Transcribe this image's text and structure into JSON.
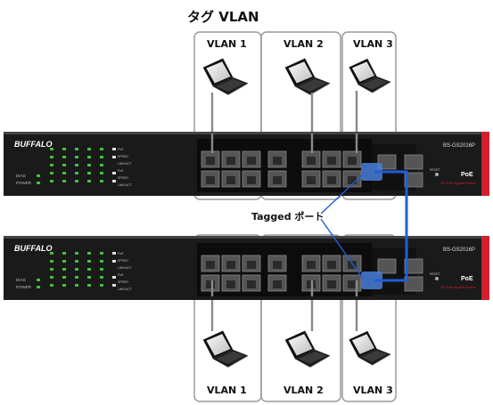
{
  "title": "タグ VLAN",
  "top_vlans": [
    "VLAN 1",
    "VLAN 2",
    "VLAN 3"
  ],
  "bottom_vlans": [
    "VLAN 1",
    "VLAN 2",
    "VLAN 3"
  ],
  "tagged_port_label": "Tagged ポート",
  "switch": {
    "brand": "BUFFALO",
    "model": "BS-GS2016P",
    "poe": "PoE",
    "subtitle": "16-Port Gigabit Switch",
    "diag": "DIAG",
    "power": "POWER",
    "reset": "RESET",
    "led_rows": [
      "PoE",
      "SPEED",
      "LINK/ACT",
      "PoE",
      "SPEED",
      "LINK/ACT"
    ]
  },
  "colors": {
    "tagged_link": "#1f5fd6",
    "panel": "#1a1a1a",
    "accent": "#d2202c",
    "highlight": "#4a7fd8",
    "box_border": "#9a9a9a"
  }
}
